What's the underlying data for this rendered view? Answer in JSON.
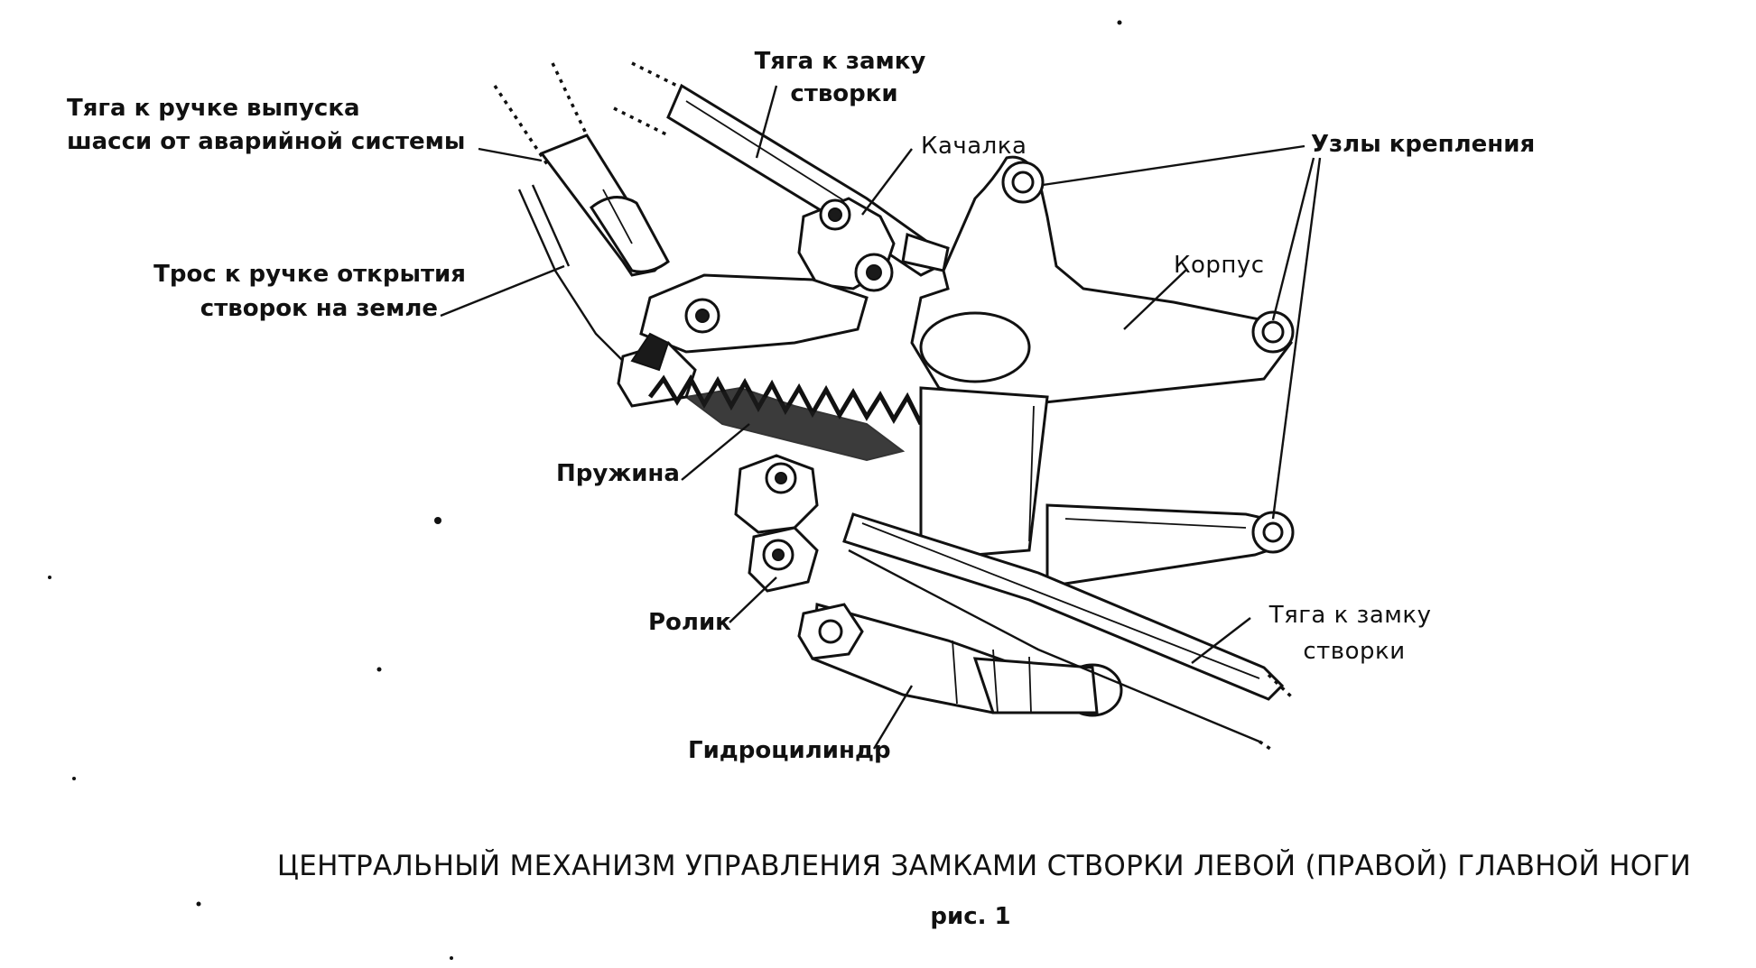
{
  "diagram": {
    "labels": {
      "rod_to_door_lock_top": "Тяга к замку\nстворки",
      "rod_to_gear_release_handle": "Тяга к ручке выпуска\nшасси от аварийной системы",
      "rocker": "Качалка",
      "mounting_points": "Узлы крепления",
      "housing": "Корпус",
      "cable_to_door_open_handle": "Трос к ручке открытия\nстворок на земле",
      "spring": "Пружина",
      "roller": "Ролик",
      "rod_to_door_lock_bottom": "Тяга к замку\nстворки",
      "hydraulic_cylinder": "Гидроцилиндр"
    },
    "caption": "ЦЕНТРАЛЬНЫЙ МЕХАНИЗМ УПРАВЛЕНИЯ ЗАМКАМИ СТВОРКИ ЛЕВОЙ (ПРАВОЙ) ГЛАВНОЙ НОГИ",
    "figure_number": "рис. 1"
  }
}
